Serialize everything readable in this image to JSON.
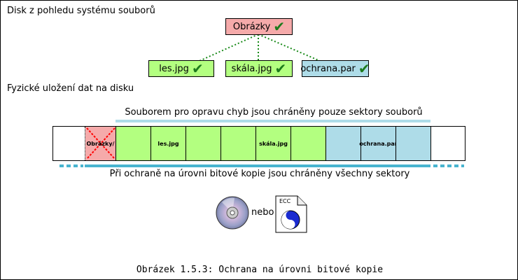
{
  "heading_fs": "Disk z pohledu systému souborů",
  "heading_phys": "Fyzické uložení dat na disku",
  "tree": {
    "root": "Obrázky",
    "children": [
      "les.jpg",
      "skála.jpg",
      "ochrana.par"
    ]
  },
  "sector_labels": {
    "dir": "Obrázky/",
    "les": "les.jpg",
    "skala": "skála.jpg",
    "par": "ochrana.par"
  },
  "note_files": "Souborem pro opravu chyb jsou chráněny pouze sektory souborů",
  "note_bitcopy": "Při ochraně na úrovni bitové kopie jsou chráněny všechny sektory",
  "media": {
    "cd_icon": "cd-disc-icon",
    "or_label": "nebo",
    "ecc_icon": "ecc-file-icon",
    "ecc_text": "ECC"
  },
  "caption": "Obrázek 1.5.3: Ochrana na úrovni bitové kopie",
  "colors": {
    "dir": "#f5aaaa",
    "file": "#b3ff80",
    "par": "#aedce8",
    "highlight": "#48b4cf",
    "check": "#1c7a1c",
    "cross": "#ff0000"
  }
}
